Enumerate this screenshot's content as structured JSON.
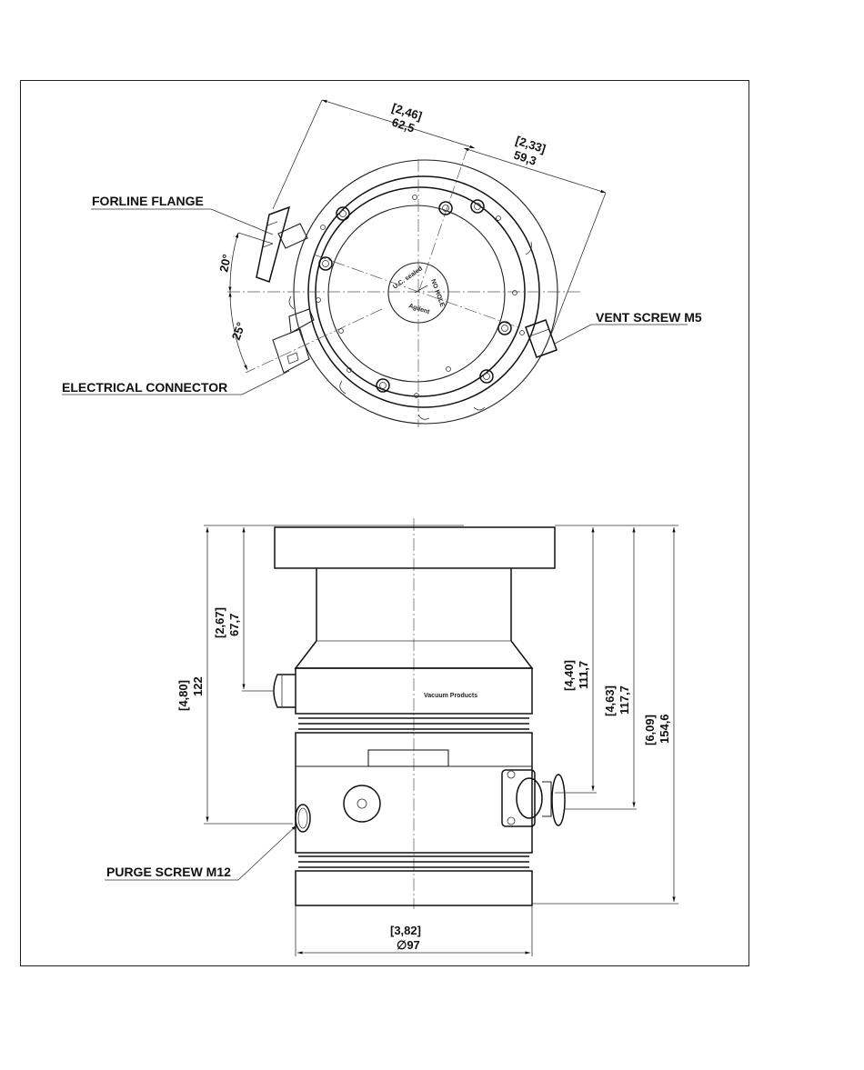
{
  "top_view": {
    "labels": {
      "forline_flange": "FORLINE FLANGE",
      "vent_screw": "VENT SCREW",
      "vent_screw_size": "M5",
      "electrical_connector": "ELECTRICAL CONNECTOR"
    },
    "angles": {
      "upper": "20°",
      "lower": "25°"
    },
    "dims": {
      "d1_inch": "[2,46]",
      "d1_mm": "62,5",
      "d2_inch": "[2,33]",
      "d2_mm": "59,3"
    },
    "logo": {
      "brand": "Agilent",
      "ring_text_1": "U.C. sealed",
      "ring_text_2": "NO HOLE"
    }
  },
  "side_view": {
    "labels": {
      "purge_screw": "PURGE SCREW M12",
      "body_text": "Vacuum Products"
    },
    "dims": {
      "h1_inch": "[2,67]",
      "h1_mm": "67,7",
      "h2_inch": "[4,80]",
      "h2_mm": "122",
      "h3_inch": "[4,40]",
      "h3_mm": "111,7",
      "h4_inch": "[4,63]",
      "h4_mm": "117,7",
      "h5_inch": "[6,09]",
      "h5_mm": "154,6",
      "width_inch": "[3,82]",
      "width_mm": "∅97"
    }
  }
}
